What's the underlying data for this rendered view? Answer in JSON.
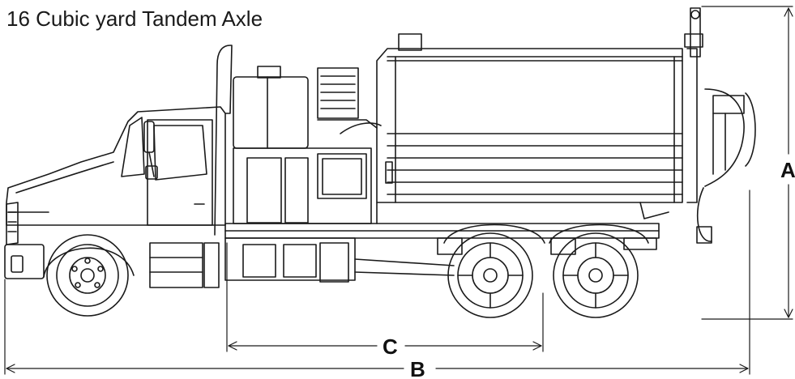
{
  "title": "16 Cubic yard Tandem Axle",
  "dimensions": {
    "a_label": "A",
    "b_label": "B",
    "c_label": "C"
  },
  "colors": {
    "line": "#1a1a1a",
    "background": "#ffffff"
  }
}
